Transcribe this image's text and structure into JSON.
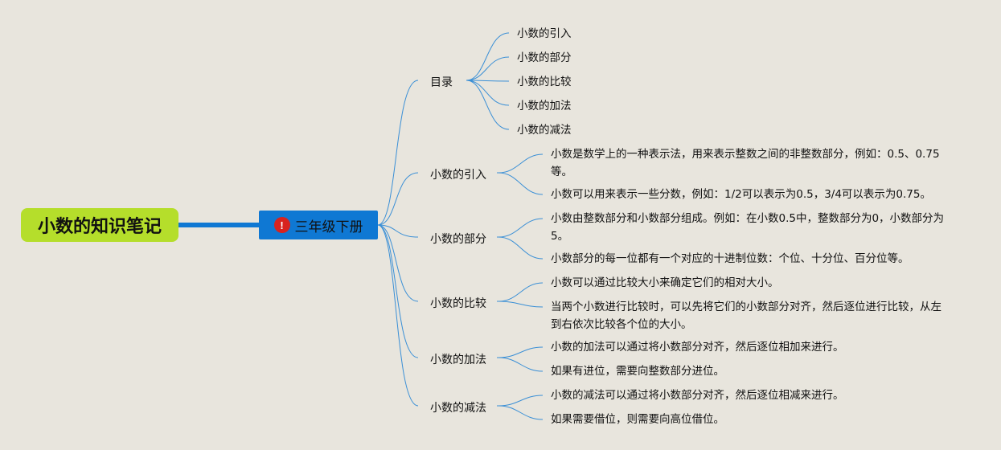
{
  "root": {
    "title": "小数的知识笔记"
  },
  "main": {
    "title": "三年级下册",
    "badge": "!"
  },
  "branches": [
    {
      "label": "目录",
      "children": [
        "小数的引入",
        "小数的部分",
        "小数的比较",
        "小数的加法",
        "小数的减法"
      ]
    },
    {
      "label": "小数的引入",
      "children": [
        "小数是数学上的一种表示法，用来表示整数之间的非整数部分，例如：0.5、0.75等。",
        "小数可以用来表示一些分数，例如：1/2可以表示为0.5，3/4可以表示为0.75。"
      ]
    },
    {
      "label": "小数的部分",
      "children": [
        "小数由整数部分和小数部分组成。例如：在小数0.5中，整数部分为0，小数部分为5。",
        "小数部分的每一位都有一个对应的十进制位数：个位、十分位、百分位等。"
      ]
    },
    {
      "label": "小数的比较",
      "children": [
        "小数可以通过比较大小来确定它们的相对大小。",
        "当两个小数进行比较时，可以先将它们的小数部分对齐，然后逐位进行比较，从左到右依次比较各个位的大小。"
      ]
    },
    {
      "label": "小数的加法",
      "children": [
        "小数的加法可以通过将小数部分对齐，然后逐位相加来进行。",
        "如果有进位，需要向整数部分进位。"
      ]
    },
    {
      "label": "小数的减法",
      "children": [
        "小数的减法可以通过将小数部分对齐，然后逐位相减来进行。",
        "如果需要借位，则需要向高位借位。"
      ]
    }
  ],
  "colors": {
    "root_bg": "#b5de2b",
    "main_bg": "#0f78d3",
    "connector": "#0f78d3",
    "line": "#3a8fd6",
    "badge": "#d8231f"
  }
}
